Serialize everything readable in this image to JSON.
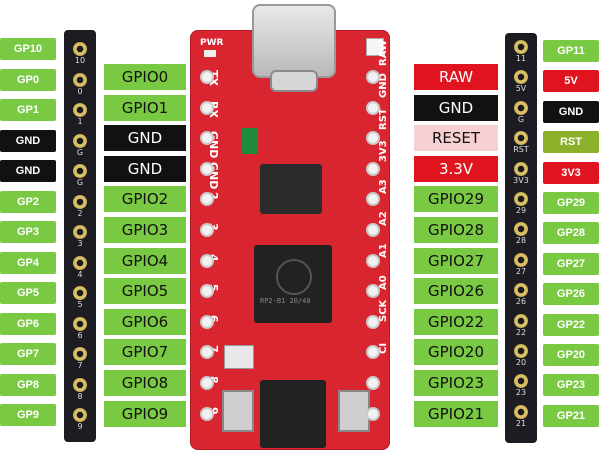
{
  "left_outer": [
    "GP10",
    "GP0",
    "GP1",
    "GND",
    "GND",
    "GP2",
    "GP3",
    "GP4",
    "GP5",
    "GP6",
    "GP7",
    "GP8",
    "GP9"
  ],
  "left_header_numbers": [
    "10",
    "0",
    "1",
    "G",
    "G",
    "2",
    "3",
    "4",
    "5",
    "6",
    "7",
    "8",
    "9"
  ],
  "left_gpio": [
    "GPIO0",
    "GPIO1",
    "GND",
    "GND",
    "GPIO2",
    "GPIO3",
    "GPIO4",
    "GPIO5",
    "GPIO6",
    "GPIO7",
    "GPIO8",
    "GPIO9"
  ],
  "right_inner": [
    "RAW",
    "GND",
    "RESET",
    "3.3V",
    "GPIO29",
    "GPIO28",
    "GPIO27",
    "GPIO26",
    "GPIO22",
    "GPIO20",
    "GPIO23",
    "GPIO21"
  ],
  "right_header_numbers": [
    "11",
    "5V",
    "G",
    "RST",
    "3V3",
    "29",
    "28",
    "27",
    "26",
    "22",
    "20",
    "23",
    "21"
  ],
  "right_outer": [
    "GP11",
    "5V",
    "GND",
    "RST",
    "3V3",
    "GP29",
    "GP28",
    "GP27",
    "GP26",
    "GP22",
    "GP20",
    "GP23",
    "GP21"
  ],
  "board": {
    "pwr_label": "PWR",
    "left_silk": [
      "TX",
      "RX",
      "GND",
      "GND",
      "2",
      "3",
      "4",
      "5",
      "6",
      "7",
      "8",
      "9"
    ],
    "right_silk": [
      "RAW",
      "GND",
      "RST",
      "3V3",
      "A3",
      "A2",
      "A1",
      "A0",
      "SCK",
      "CI"
    ],
    "chip_text": "RP2-B1 20/48"
  },
  "colors": {
    "green": "#7ac943",
    "black": "#111111",
    "red": "#e0141e",
    "pink": "#f8d0d4",
    "olive": "#8bb12a",
    "board": "#d9252f"
  }
}
